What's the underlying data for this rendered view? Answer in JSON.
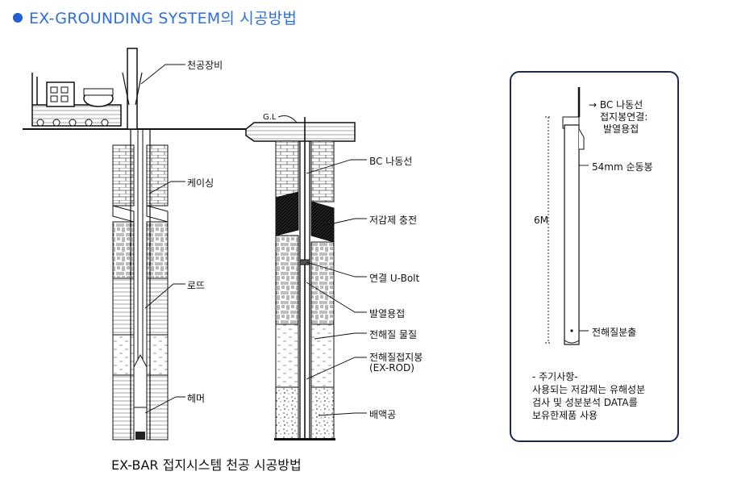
{
  "header": {
    "title": "EX-GROUNDING SYSTEM의 시공방법"
  },
  "diagram": {
    "caption": "EX-BAR 접지시스템 천공 시공방법",
    "left_labels": {
      "drilling": "천공장비",
      "casing": "케이싱",
      "rod": "로뜨",
      "hammer": "헤머"
    },
    "middle_labels": {
      "gl": "G.L",
      "bc_wire": "BC 나동선",
      "fill": "저감제 충전",
      "ubolt": "연결 U-Bolt",
      "weld": "발열용접",
      "electrolyte": "전해질 물질",
      "rod1": "전해질접지봉",
      "rod2": "(EX-ROD)",
      "drain": "배액공"
    },
    "right_labels": {
      "bc": "→ BC 나동선",
      "conn": "접지봉연결:",
      "weld": "발열용접",
      "rod54": "54mm 순동봉",
      "length": "6M",
      "spray": "전해질분출"
    },
    "note": {
      "line1": "- 주기사항-",
      "line2": "사용되는 저감제는 유해성분",
      "line3": "검사 및 성분분석 DATA를",
      "line4": "보유한제품 사용"
    }
  }
}
